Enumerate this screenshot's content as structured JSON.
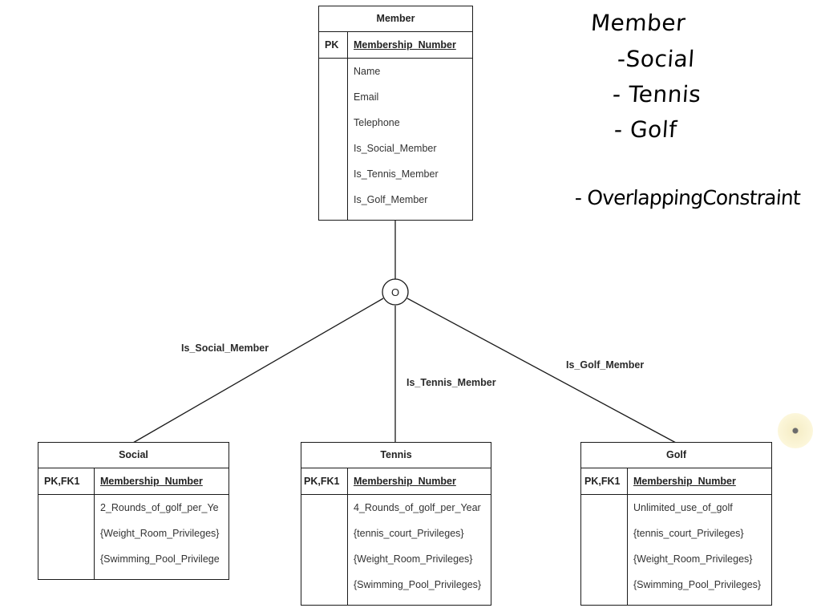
{
  "entities": {
    "member": {
      "title": "Member",
      "key_label": "PK",
      "pk": "Membership_Number",
      "attributes": [
        "Name",
        "Email",
        "Telephone",
        "Is_Social_Member",
        "Is_Tennis_Member",
        "Is_Golf_Member"
      ]
    },
    "social": {
      "title": "Social",
      "key_label": "PK,FK1",
      "pk": "Membership_Number",
      "attributes": [
        "2_Rounds_of_golf_per_Ye",
        "{Weight_Room_Privileges}",
        "{Swimming_Pool_Privilege"
      ]
    },
    "tennis": {
      "title": "Tennis",
      "key_label": "PK,FK1",
      "pk": "Membership_Number",
      "attributes": [
        "4_Rounds_of_golf_per_Year",
        "{tennis_court_Privileges}",
        "{Weight_Room_Privileges}",
        "{Swimming_Pool_Privileges}"
      ]
    },
    "golf": {
      "title": "Golf",
      "key_label": "PK,FK1",
      "pk": "Membership_Number",
      "attributes": [
        "Unlimited_use_of_golf",
        "{tennis_court_Privileges}",
        "{Weight_Room_Privileges}",
        "{Swimming_Pool_Privileges}"
      ]
    }
  },
  "specialization": {
    "symbol": "O",
    "labels": {
      "social": "Is_Social_Member",
      "tennis": "Is_Tennis_Member",
      "golf": "Is_Golf_Member"
    }
  },
  "handwritten_notes": {
    "title": "Member",
    "items": [
      "-Social",
      "- Tennis",
      "- Golf"
    ],
    "constraint": "- OverlappingConstraint"
  },
  "colors": {
    "line": "#1a1a1a",
    "background": "#ffffff",
    "cursor_highlight": "#fbf5d7"
  }
}
